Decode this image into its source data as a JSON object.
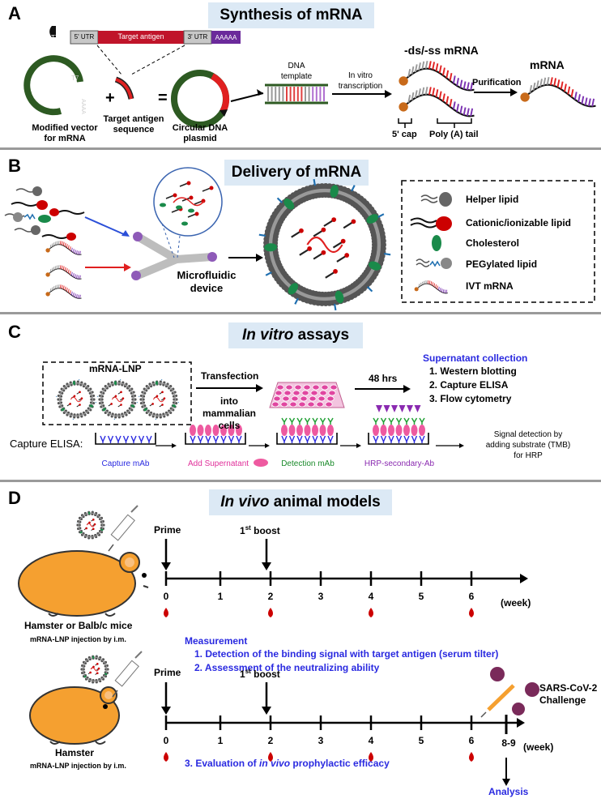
{
  "panel_a": {
    "letter": "A",
    "title": "Synthesis of mRNA",
    "construct": {
      "t7": "T7",
      "utr5": "5' UTR",
      "antigen": "Target antigen",
      "utr3": "3' UTR",
      "polya": "AAAAA"
    },
    "plasmid_t7": "T7",
    "plasmid_polya": "AAAA",
    "plus": "+",
    "equals": "=",
    "vector_label_1": "Modified vector",
    "vector_label_2": "for mRNA",
    "antigen_label_1": "Target antigen",
    "antigen_label_2": "sequence",
    "circular_label_1": "Circular DNA",
    "circular_label_2": "plasmid",
    "dna_template_1": "DNA",
    "dna_template_2": "template",
    "ivt_1": "In vitro",
    "ivt_2": "transcription",
    "dsss": "-ds/-ss mRNA",
    "cap": "5' cap",
    "polya_tail": "Poly (A) tail",
    "purification": "Purification",
    "mrna": "mRNA"
  },
  "panel_b": {
    "letter": "B",
    "title": "Delivery of mRNA",
    "device_1": "Microfluidic",
    "device_2": "device",
    "legend": [
      "Helper lipid",
      "Cationic/ionizable lipid",
      "Cholesterol",
      "PEGylated lipid",
      "IVT mRNA"
    ]
  },
  "panel_c": {
    "letter": "C",
    "title_italic": "In vitro",
    "title_rest": " assays",
    "lnp_label": "mRNA-LNP",
    "transfection": "Transfection",
    "into_cells_1": "into mammalian",
    "into_cells_2": "cells",
    "hours": "48 hrs",
    "supernatant": "Supernatant collection",
    "assays": [
      "1. Western blotting",
      "2. Capture ELISA",
      "3. Flow cytometry"
    ],
    "elisa_title": "Capture ELISA:",
    "elisa_steps": [
      "Capture mAb",
      "Add Supernatant",
      "Detection mAb",
      "HRP-secondary-Ab"
    ],
    "signal_1": "Signal detection by",
    "signal_2": "adding substrate (TMB)",
    "signal_3": "for HRP"
  },
  "panel_d": {
    "letter": "D",
    "title_italic": "In vivo",
    "title_rest": " animal models",
    "prime": "Prime",
    "boost_num": "1",
    "boost_sup": "st",
    "boost_rest": " boost",
    "ticks1": [
      "0",
      "1",
      "2",
      "3",
      "4",
      "5",
      "6"
    ],
    "week": "(week)",
    "animal1": "Hamster or Balb/c mice",
    "injection": "mRNA-LNP injection by i.m.",
    "measurement": "Measurement",
    "measure_1": "1. Detection of the binding signal with target antigen (serum tilter)",
    "measure_2": "2. Assessment of the neutralizing ability",
    "sars_1": "SARS-CoV-2",
    "sars_2": "Challenge",
    "ticks2": [
      "0",
      "1",
      "2",
      "3",
      "4",
      "5",
      "6"
    ],
    "tick_end": "8-9",
    "animal2": "Hamster",
    "measure_3_pre": "3. Evaluation of ",
    "measure_3_italic": "in vivo",
    "measure_3_post": " prophylactic efficacy",
    "analysis": "Analysis"
  }
}
